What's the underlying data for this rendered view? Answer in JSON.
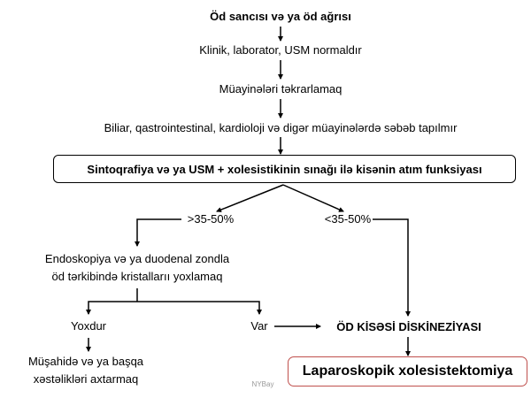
{
  "title": "Öd sancısı və ya öd ağrısı",
  "steps": {
    "s1": "Klinik, laborator, USM normaldır",
    "s2": "Müayinələri təkrarlamaq",
    "s3": "Biliar, qastrointestinal, kardioloji və digər müayinələrdə səbəb tapılmır",
    "s4": "Sintoqrafiya və ya USM + xolesistikinin sınağı ilə kisənin atım funksiyası"
  },
  "branches": {
    "high": ">35-50%",
    "low": "<35-50%",
    "endo_line1": "Endoskopiya  və ya duodenal zondla",
    "endo_line2": "öd tərkibində kristallarıı yoxlamaq",
    "no": "Yoxdur",
    "yes": "Var",
    "observe_line1": "Müşahidə və ya başqa",
    "observe_line2": "xəstəlikləri axtarmaq",
    "diagnosis": "ÖD KİSƏSİ DİSKİNEZİYASI",
    "treatment": "Laparoskopik xolesistektomiya"
  },
  "watermark": "NYBay",
  "colors": {
    "treatment_border": "#c0504d",
    "watermark": "#999999"
  }
}
